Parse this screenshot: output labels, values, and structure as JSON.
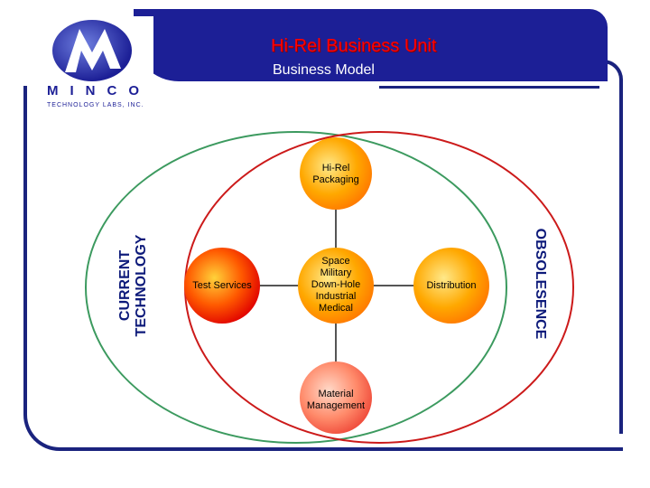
{
  "header": {
    "title": "Hi-Rel Business Unit",
    "subtitle": "Business Model"
  },
  "logo": {
    "name": "MINCO",
    "tagline": "TECHNOLOGY LABS, INC."
  },
  "diagram": {
    "left_label_line1": "CURRENT",
    "left_label_line2": "TECHNOLOGY",
    "right_label": "OBSOLESENCE",
    "nodes": {
      "top": [
        "Hi-Rel",
        "Packaging"
      ],
      "left": [
        "Test Services"
      ],
      "center": [
        "Space",
        "Military",
        "Down-Hole",
        "Industrial",
        "Medical"
      ],
      "right": [
        "Distribution"
      ],
      "bottom": [
        "Material",
        "Management"
      ]
    }
  },
  "colors": {
    "banner": "#1c1f96",
    "green_ellipse": "#3c9a5f",
    "red_ellipse": "#cc1a1a",
    "title": "#ff0000"
  }
}
